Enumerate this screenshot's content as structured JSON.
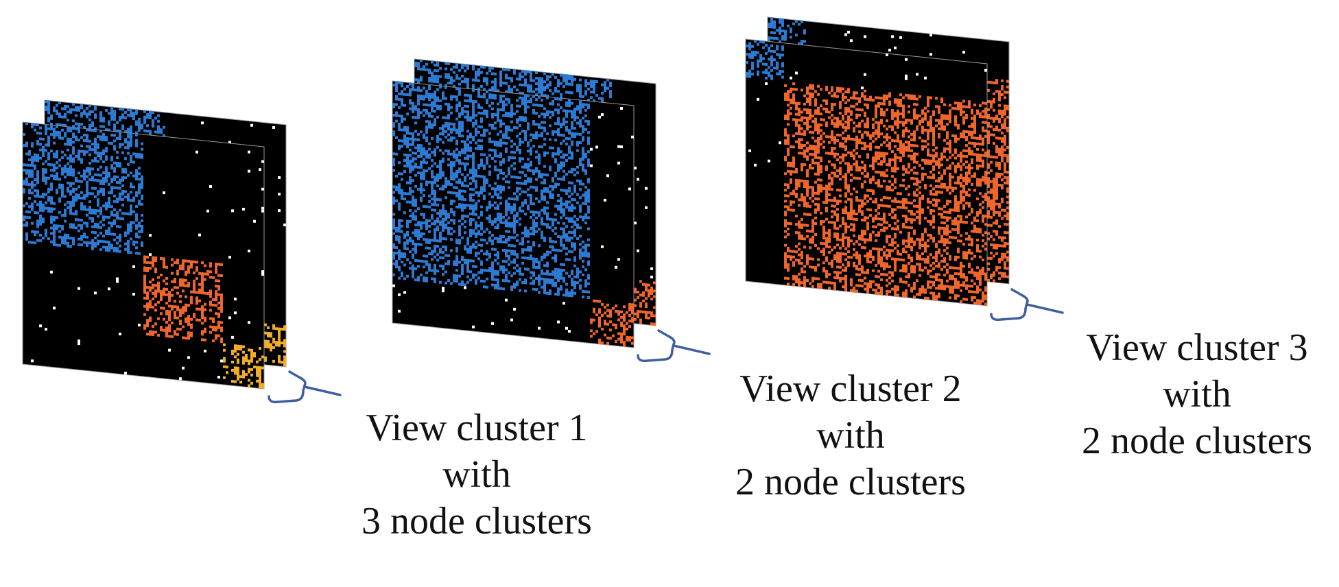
{
  "colors": {
    "background": "#000000",
    "cluster_a": "#2b7bd4",
    "cluster_b": "#f0652a",
    "cluster_c": "#f2ad27",
    "noise": "#ffffff",
    "bracket": "#3f5f9e"
  },
  "views": [
    {
      "caption": [
        "View cluster 1",
        "with",
        "3 node clusters"
      ],
      "block_colors": [
        "cluster_a",
        "cluster_b",
        "cluster_c"
      ],
      "block_fractions": [
        0.5,
        0.33,
        0.17
      ]
    },
    {
      "caption": [
        "View cluster 2",
        "with",
        "2 node clusters"
      ],
      "block_colors": [
        "cluster_a",
        "cluster_b"
      ],
      "block_fractions": [
        0.82,
        0.18
      ]
    },
    {
      "caption": [
        "View cluster 3",
        "with",
        "2 node clusters"
      ],
      "block_colors": [
        "cluster_a",
        "cluster_b"
      ],
      "block_fractions": [
        0.16,
        0.84
      ]
    }
  ]
}
